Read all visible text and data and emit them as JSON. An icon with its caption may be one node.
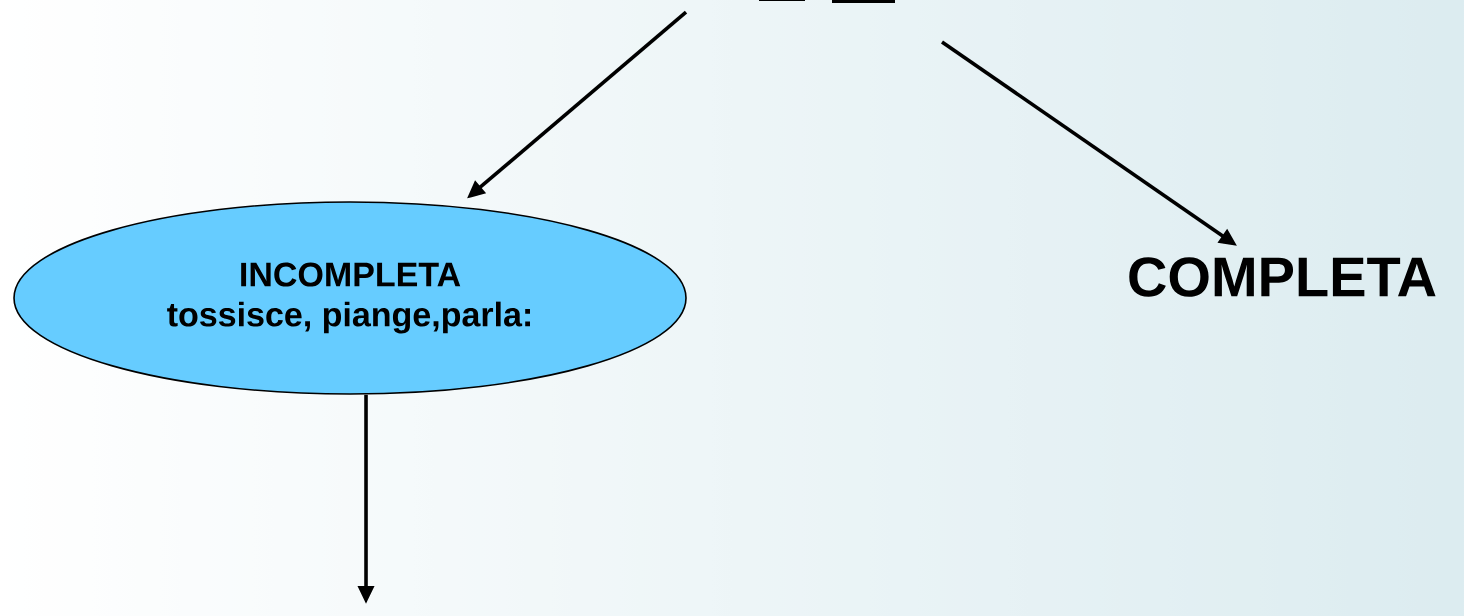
{
  "diagram": {
    "nodes": [
      {
        "text": [
          "INCOMPLETA",
          "tossisce, piange,parla:"
        ]
      },
      {
        "text": [
          "COMPLETA"
        ]
      }
    ],
    "edges": [
      {
        "from": null,
        "to": 0,
        "arrow": "to"
      },
      {
        "from": null,
        "to": 1,
        "arrow": "to"
      },
      {
        "from": 0,
        "to": null,
        "arrow": "to"
      }
    ]
  }
}
